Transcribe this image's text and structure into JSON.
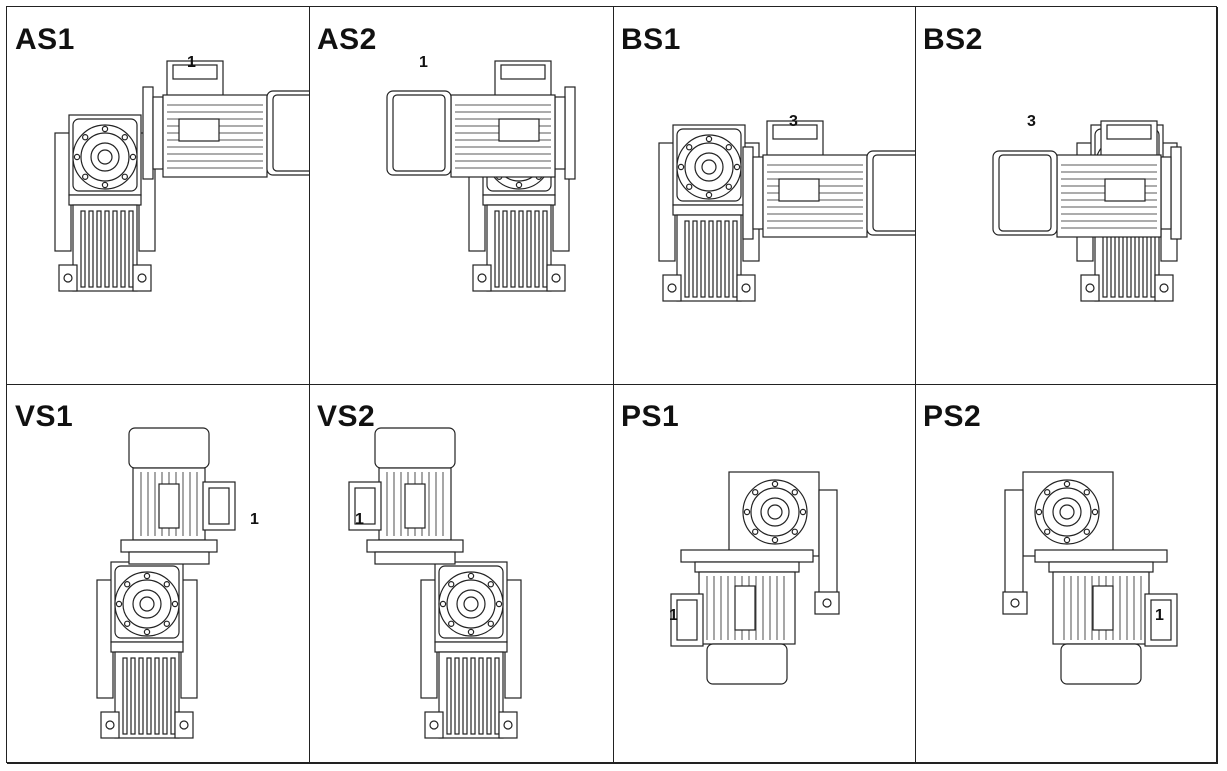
{
  "cells": [
    {
      "label": "AS1",
      "position": "1"
    },
    {
      "label": "AS2",
      "position": "1"
    },
    {
      "label": "BS1",
      "position": "3"
    },
    {
      "label": "BS2",
      "position": "3"
    },
    {
      "label": "VS1",
      "position": "1"
    },
    {
      "label": "VS2",
      "position": "1"
    },
    {
      "label": "PS1",
      "position": "1"
    },
    {
      "label": "PS2",
      "position": "1"
    }
  ]
}
